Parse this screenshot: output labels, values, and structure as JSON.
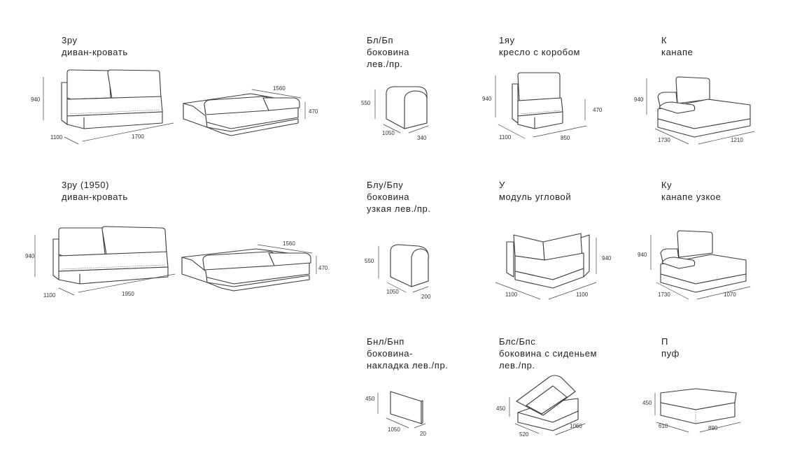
{
  "modules": {
    "zru": {
      "code": "3ру",
      "name": "диван-кровать",
      "dims": {
        "h": "940",
        "d": "1100",
        "w": "1700",
        "open_d": "1560",
        "open_h": "470"
      }
    },
    "bl": {
      "code": "Бл/Бп",
      "name1": "боковина",
      "name2": "лев./пр.",
      "dims": {
        "h": "550",
        "d": "1050",
        "w": "340"
      }
    },
    "1yau": {
      "code": "1яу",
      "name": "кресло с коробом",
      "dims": {
        "h": "940",
        "d": "1100",
        "w": "850",
        "seat_h": "470"
      }
    },
    "k": {
      "code": "К",
      "name": "канапе",
      "dims": {
        "h": "940",
        "d": "1730",
        "w": "1210"
      }
    },
    "zru1950": {
      "code": "3ру (1950)",
      "name": "диван-кровать",
      "dims": {
        "h": "940",
        "d": "1100",
        "w": "1950",
        "open_d": "1560",
        "open_h": "470"
      }
    },
    "blu": {
      "code": "Блу/Бпу",
      "name1": "боковина",
      "name2": "узкая лев./пр.",
      "dims": {
        "h": "550",
        "d": "1050",
        "w": "200"
      }
    },
    "u": {
      "code": "У",
      "name": "модуль угловой",
      "dims": {
        "h": "940",
        "d1": "1100",
        "d2": "1100"
      }
    },
    "ku": {
      "code": "Ку",
      "name": "канапе узкое",
      "dims": {
        "h": "940",
        "d": "1730",
        "w": "1070"
      }
    },
    "bnl": {
      "code": "Бнл/Бнп",
      "name1": "боковина-",
      "name2": "накладка лев./пр.",
      "dims": {
        "h": "450",
        "d": "1050",
        "w": "20"
      }
    },
    "bls": {
      "code": "Блс/Бпс",
      "name1": "боковина с сиденьем",
      "name2": "лев./пр.",
      "dims": {
        "h": "450",
        "d": "520",
        "w": "1060"
      }
    },
    "p": {
      "code": "П",
      "name": "пуф",
      "dims": {
        "h": "450",
        "d": "610",
        "w": "890"
      }
    }
  },
  "colors": {
    "line": "#3a3a3a",
    "text": "#1f1f1f",
    "background": "#ffffff"
  }
}
